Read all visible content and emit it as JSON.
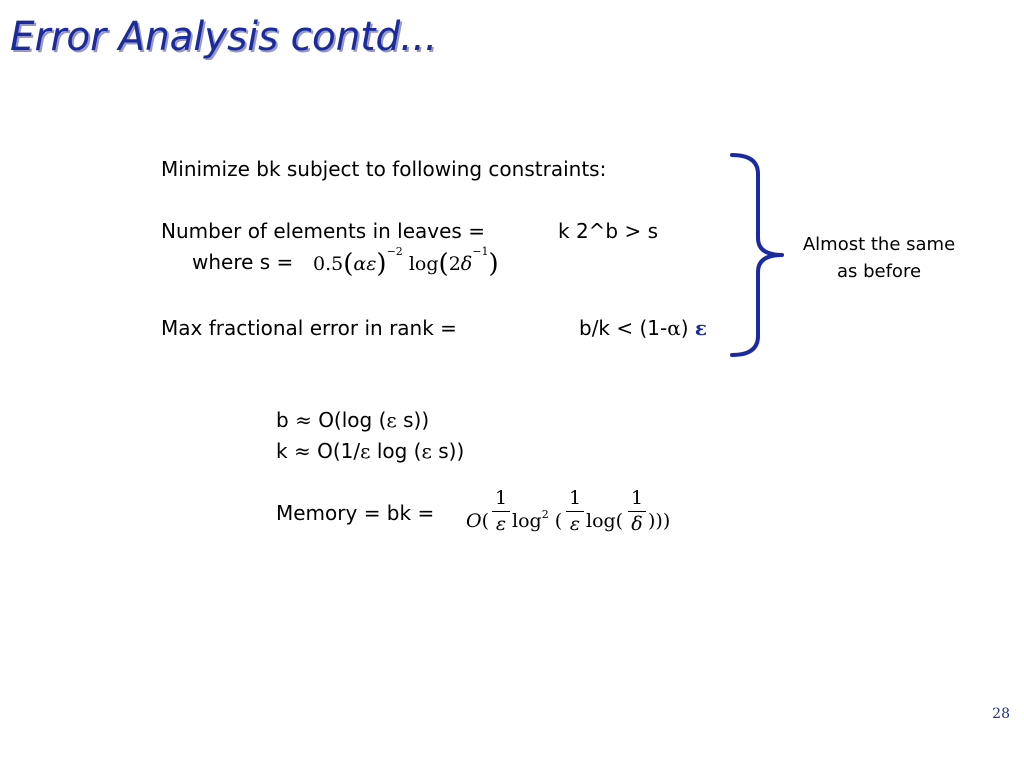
{
  "title": "Error Analysis contd...",
  "title_color": "#1a2aa0",
  "accent_color": "#1a2aa0",
  "constraints": {
    "intro": "Minimize bk subject to following constraints:",
    "leaves_label": "Number of elements in leaves =",
    "leaves_value": "k 2^b > s",
    "where_label": "where s =",
    "s_expr": {
      "coef": "0.5",
      "alpha": "α",
      "epsilon": "ε",
      "exp_neg2": "−2",
      "log": "log",
      "two": "2",
      "delta": "δ",
      "exp_neg1": "−1"
    },
    "max_label": "Max fractional error in rank =",
    "max_value": "b/k < (1-",
    "alpha": "α",
    "close": ")",
    "epsilon": "ε"
  },
  "brace_note": {
    "line1": "Almost the same",
    "line2": "as before"
  },
  "results": {
    "b_line": {
      "lhs": "b",
      "approx": "≈",
      "rhs_a": "O(log (",
      "eps": "ε",
      "rhs_b": " s))"
    },
    "k_line": {
      "lhs": "k",
      "approx": "≈",
      "rhs_a": "O(1/",
      "eps": "ε",
      "rhs_b": "  log (",
      "eps2": "ε",
      "rhs_c": " s))"
    },
    "memory_label": "Memory = bk =",
    "memory_expr": {
      "O": "O",
      "open": "(",
      "log": "log",
      "sq": "2",
      "open2": " (",
      "log2": "log(",
      "closes": ")))",
      "one": "1",
      "epsilon": "ε",
      "delta": "δ"
    }
  },
  "page_number": "28"
}
